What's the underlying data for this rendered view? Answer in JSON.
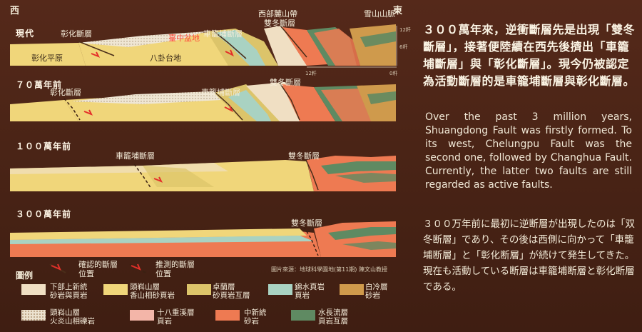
{
  "header": {
    "west": "西",
    "east": "東"
  },
  "eras": [
    {
      "label": "現代"
    },
    {
      "label": "７０萬年前"
    },
    {
      "label": "１００萬年前"
    },
    {
      "label": "３００萬年前"
    }
  ],
  "labels": {
    "changhua_fault": "彰化斷層",
    "chelungpu_fault": "車籠埔斷層",
    "shuangdong_fault": "雙冬斷層",
    "western_foothills": "西部麓山帶",
    "xueshan_range": "雪山山脈",
    "taichung_basin": "臺中盆地",
    "changhua_plain": "彰化平原",
    "bagua_plateau": "八卦台地",
    "scale_top": "12粁",
    "scale_mid": "6粁",
    "scale_left": "12粁",
    "scale_right": "0粁"
  },
  "legend": {
    "title": "圖例",
    "confirmed_fault": [
      "確認的斷層",
      "位置"
    ],
    "inferred_fault": [
      "推測的斷層",
      "位置"
    ],
    "source": "圖片來源：地球科學園地(第11期) 陳文山教授",
    "items": [
      {
        "line1": "下部上新統",
        "line2": "砂岩與頁岩",
        "color": "#f0dfc3"
      },
      {
        "line1": "頭嵙山層",
        "line2": "香山相砂頁岩",
        "color": "#f0d67a"
      },
      {
        "line1": "卓蘭層",
        "line2": "砂頁岩互層",
        "color": "#dcc46a"
      },
      {
        "line1": "錦水頁岩",
        "line2": "頁岩",
        "color": "#a9d2c2"
      },
      {
        "line1": "白冷層",
        "line2": "砂岩",
        "color": "#cf9a4c"
      },
      {
        "line1": "頭嵙山層",
        "line2": "火炎山相礫岩",
        "color": "#ece2cf"
      },
      {
        "line1": "十八重溪層",
        "line2": "頁岩",
        "color": "#f3b5a8"
      },
      {
        "line1": "中新統",
        "line2": "砂岩",
        "color": "#ee7a52"
      },
      {
        "line1": "水長流層",
        "line2": "頁岩互層",
        "color": "#5f8a62"
      }
    ]
  },
  "text": {
    "zh": "３００萬年來，逆衝斷層先是出現「雙冬斷層」，接著便陸續在西先後擠出「車籠埔斷層」與「彰化斷層」。現今仍被認定為活動斷層的是車籠埔斷層與彰化斷層。",
    "en": "Over the past 3 million years, Shuangdong Fault was firstly formed. To its west, Chelungpu Fault was the second one, followed by Changhua Fault. Currently, the latter two faults are still regarded as active faults.",
    "ja": "３００万年前に最初に逆断層が出現したのは「双冬断層」であり、その後は西側に向かって「車籠埔断層」と「彰化断層」が続けて発生してきた。現在も活動している断層は車籠埔断層と彰化断層である。"
  },
  "colors": {
    "background": "#4a2416",
    "cream": "#f0dfc3",
    "yellow": "#f0d67a",
    "ochre": "#dcc46a",
    "teal": "#a9d2c2",
    "brown": "#cf9a4c",
    "pink": "#f3b5a8",
    "orange": "#ee7a52",
    "green": "#5f8a62",
    "fault_red": "#e4302a"
  }
}
